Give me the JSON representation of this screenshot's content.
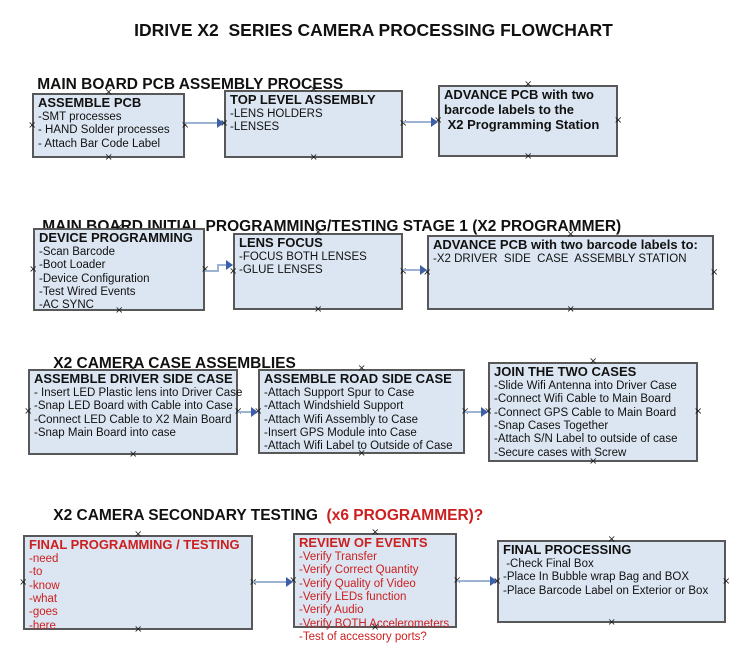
{
  "title": "IDRIVE X2  SERIES CAMERA PROCESSING FLOWCHART",
  "anchor_glyph": "×",
  "colors": {
    "box_fill": "#dce6f2",
    "box_border": "#585858",
    "connector_line": "#9db3d4",
    "connector_arrowhead": "#3c5fa8",
    "red_text": "#cc2020",
    "black_text": "#111111"
  },
  "sections": [
    {
      "heading": "MAIN BOARD PCB ASSEMBLY PROCESS",
      "boxes": [
        {
          "title": "ASSEMBLE PCB",
          "items": [
            "-SMT processes",
            "- HAND Solder processes",
            "- Attach Bar Code Label"
          ]
        },
        {
          "title": "TOP LEVEL ASSEMBLY",
          "items": [
            "-LENS HOLDERS",
            "-LENSES"
          ]
        },
        {
          "title": "ADVANCE PCB with two\nbarcode labels to the\n X2 Programming Station",
          "items": []
        }
      ]
    },
    {
      "heading": "MAIN BOARD INITIAL PROGRAMMING/TESTING STAGE 1 (X2 PROGRAMMER)",
      "boxes": [
        {
          "title": "DEVICE PROGRAMMING",
          "items": [
            "-Scan Barcode",
            "-Boot Loader",
            "-Device Configuration",
            "-Test Wired Events",
            "-AC SYNC"
          ]
        },
        {
          "title": "LENS FOCUS",
          "items": [
            "-FOCUS BOTH LENSES",
            "-GLUE LENSES"
          ]
        },
        {
          "title": "ADVANCE PCB with two barcode labels to:",
          "items": [
            "-X2 DRIVER  SIDE  CASE  ASSEMBLY STATION"
          ]
        }
      ]
    },
    {
      "heading": "X2 CAMERA CASE ASSEMBLIES",
      "boxes": [
        {
          "title": "ASSEMBLE DRIVER SIDE CASE",
          "items": [
            "- Insert LED Plastic lens into Driver Case",
            "-Snap LED Board with Cable into Case",
            "-Connect LED Cable to X2 Main Board",
            "-Snap Main Board into case"
          ]
        },
        {
          "title": "ASSEMBLE ROAD SIDE CASE",
          "items": [
            "-Attach Support Spur to Case",
            "-Attach Windshield Support",
            "-Attach Wifi Assembly to Case",
            "-Insert GPS Module into Case",
            "-Attach Wifi Label to Outside of Case"
          ]
        },
        {
          "title": "JOIN THE TWO CASES",
          "items": [
            "-Slide Wifi Antenna into Driver Case",
            "-Connect Wifi Cable to Main Board",
            "-Connect GPS Cable to Main Board",
            "-Snap Cases Together",
            "-Attach S/N Label to outside of case",
            "-Secure cases with Screw"
          ]
        }
      ]
    },
    {
      "heading": "X2 CAMERA SECONDARY TESTING ",
      "heading_red": " (x6 PROGRAMMER)?",
      "boxes": [
        {
          "title": "FINAL PROGRAMMING / TESTING",
          "items": [
            "-need",
            "-to",
            "-know",
            "-what",
            "-goes",
            "-here"
          ]
        },
        {
          "title": "REVIEW OF EVENTS",
          "items": [
            "-Verify Transfer",
            "-Verify Correct Quantity",
            "-Verify Quality of Video",
            "-Verify LEDs function",
            "-Verify Audio",
            "-Verify BOTH Accelerometers",
            "-Test of accessory ports?"
          ]
        },
        {
          "title": "FINAL PROCESSING",
          "items": [
            " -Check Final Box",
            "-Place In Bubble wrap Bag and BOX",
            "-Place Barcode Label on Exterior or Box"
          ]
        }
      ]
    }
  ]
}
